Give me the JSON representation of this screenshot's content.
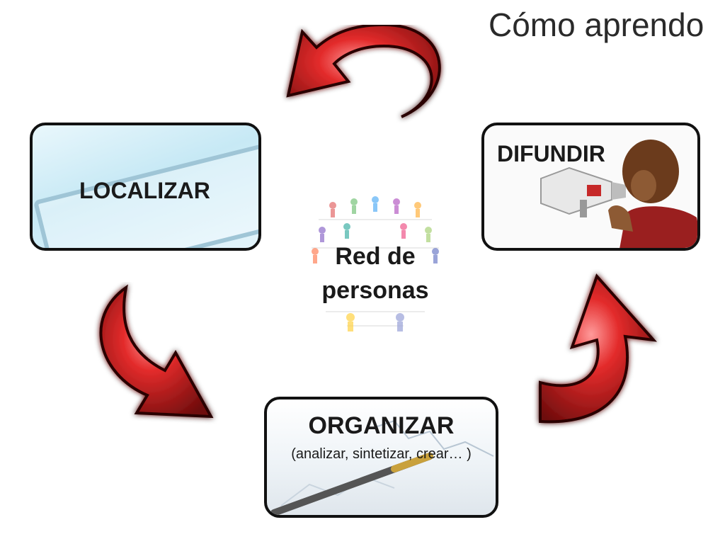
{
  "title": "Cómo aprendo",
  "steps": {
    "localizar": {
      "label": "LOCALIZAR",
      "image": "browser-url-bar"
    },
    "difundir": {
      "label": "DIFUNDIR",
      "image": "woman-megaphone"
    },
    "organizar": {
      "label": "ORGANIZAR",
      "sublabel": "(analizar, sintetizar, crear… )",
      "image": "pen-on-chart"
    }
  },
  "center": {
    "label_line1": "Red de",
    "label_line2": "personas",
    "image": "people-network"
  },
  "colors": {
    "arrow": "#d42a2a",
    "arrow_dark": "#7a0f0f",
    "box_border": "#111111"
  },
  "icons": [
    "curved-arrow-top",
    "curved-arrow-left",
    "curved-arrow-right"
  ]
}
